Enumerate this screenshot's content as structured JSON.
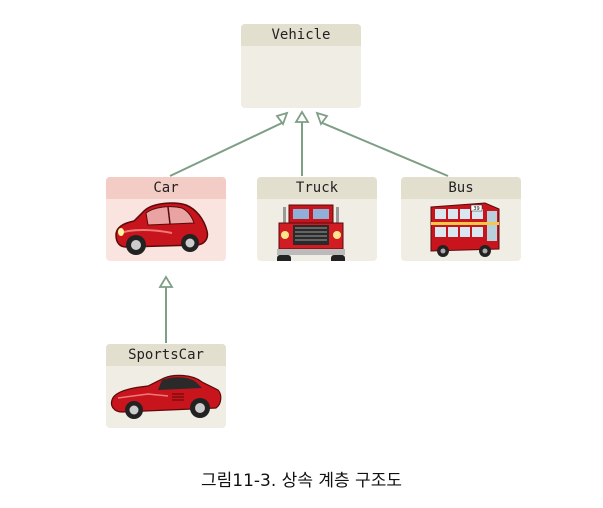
{
  "classes": {
    "vehicle": "Vehicle",
    "car": "Car",
    "truck": "Truck",
    "bus": "Bus",
    "sportscar": "SportsCar"
  },
  "bus_number": "39",
  "caption": "그림11-3. 상속 계층 구조도",
  "colors": {
    "arrow": "#7f9e86",
    "box_beige": "#f0ede4",
    "box_pink": "#f9e4e0",
    "vehicle_red": "#c8141c"
  }
}
